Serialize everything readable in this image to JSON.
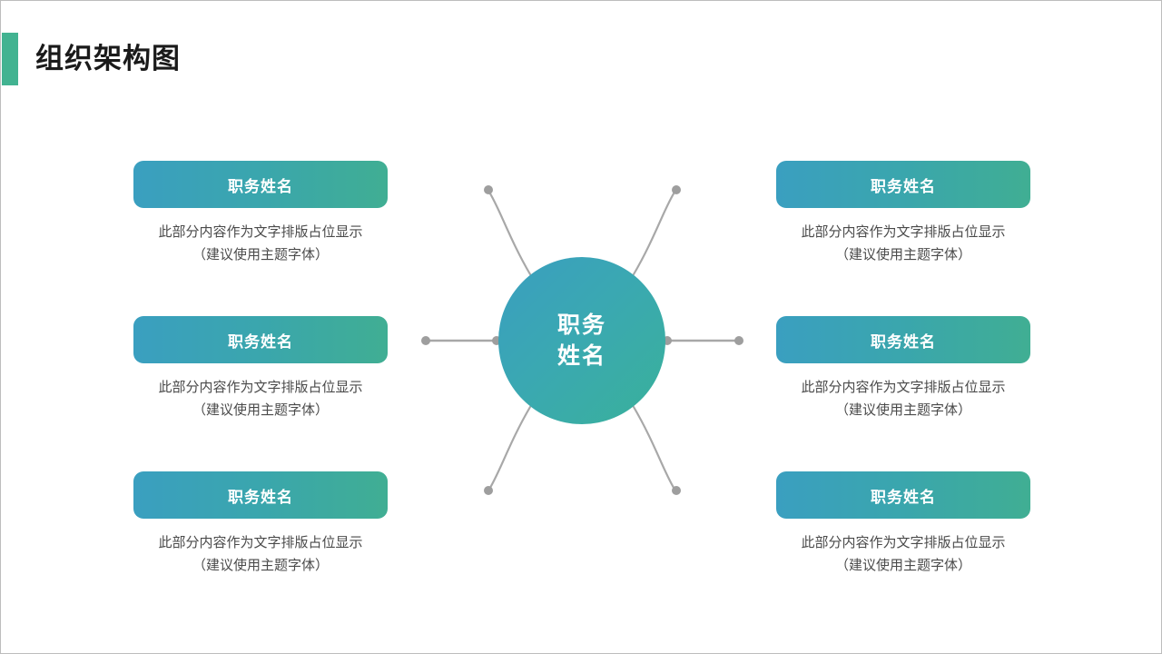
{
  "slide": {
    "title": "组织架构图",
    "accent_color": "#42b391",
    "background": "#ffffff"
  },
  "center": {
    "line1": "职务",
    "line2": "姓名",
    "gradient_from": "#3a9ec0",
    "gradient_to": "#39b19a"
  },
  "connector": {
    "line_color": "#a8a8a8",
    "dot_color": "#9e9e9e"
  },
  "branches": [
    {
      "position": "left-top",
      "title": "职务姓名",
      "desc_line1": "此部分内容作为文字排版占位显示",
      "desc_line2": "（建议使用主题字体）"
    },
    {
      "position": "left-middle",
      "title": "职务姓名",
      "desc_line1": "此部分内容作为文字排版占位显示",
      "desc_line2": "（建议使用主题字体）"
    },
    {
      "position": "left-bottom",
      "title": "职务姓名",
      "desc_line1": "此部分内容作为文字排版占位显示",
      "desc_line2": "（建议使用主题字体）"
    },
    {
      "position": "right-top",
      "title": "职务姓名",
      "desc_line1": "此部分内容作为文字排版占位显示",
      "desc_line2": "（建议使用主题字体）"
    },
    {
      "position": "right-middle",
      "title": "职务姓名",
      "desc_line1": "此部分内容作为文字排版占位显示",
      "desc_line2": "（建议使用主题字体）"
    },
    {
      "position": "right-bottom",
      "title": "职务姓名",
      "desc_line1": "此部分内容作为文字排版占位显示",
      "desc_line2": "（建议使用主题字体）"
    }
  ]
}
